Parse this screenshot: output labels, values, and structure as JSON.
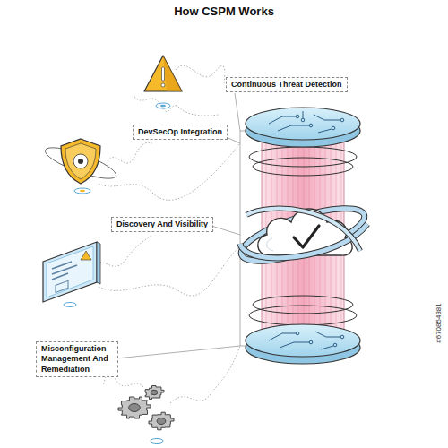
{
  "diagram": {
    "title": "How CSPM Works",
    "nodes": [
      {
        "text": [
          "Continuous Threat Detection"
        ]
      },
      {
        "text": [
          "DevSecOp Integration"
        ]
      },
      {
        "text": [
          "Discovery And Visibility"
        ]
      },
      {
        "text": [
          "Misconfiguration Management And Remediation"
        ]
      }
    ],
    "labels": [
      "#670854381"
    ]
  }
}
